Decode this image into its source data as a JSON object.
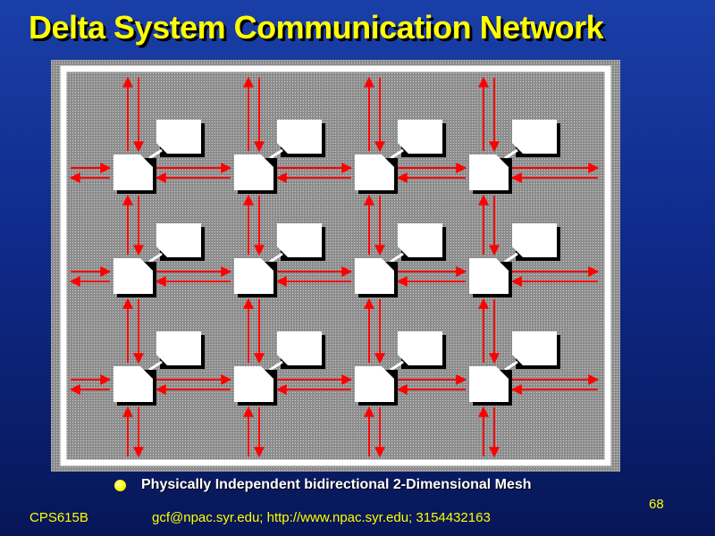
{
  "slide": {
    "title": "Delta System Communication Network",
    "bullet": "Physically Independent bidirectional 2-Dimensional Mesh",
    "footer_left": "CPS615B",
    "footer_center": "gcf@npac.syr.edu; http://www.npac.syr.edu; 3154432163",
    "page_number": "68"
  },
  "diagram": {
    "type": "2d-mesh",
    "rows": 3,
    "columns": 4,
    "node_color": "#ffffff",
    "link_color": "#ff0000",
    "background_color": "#9a9a9a",
    "border_color": "#ffffff"
  }
}
